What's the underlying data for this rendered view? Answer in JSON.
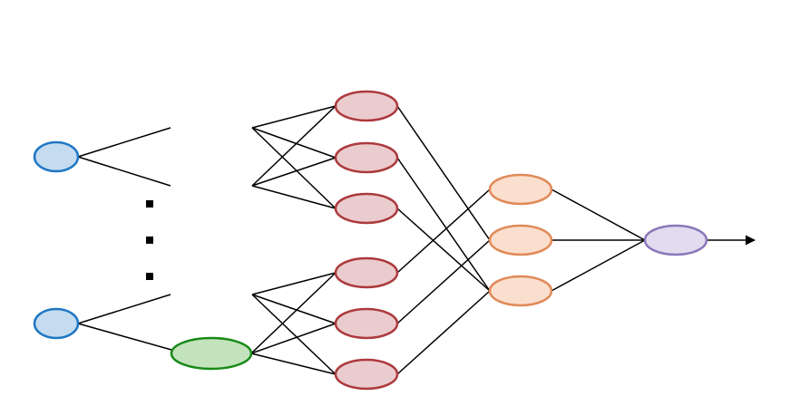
{
  "diagram": {
    "type": "neural-network",
    "edge_color": "#000000",
    "layers": [
      {
        "name": "input",
        "node_count": 2,
        "fill": "#c5dcf0",
        "stroke": "#1f77c4",
        "continuation": "vertical-dots"
      },
      {
        "name": "embedding",
        "node_count": 1,
        "fill": "#c3e3bd",
        "stroke": "#178a17"
      },
      {
        "name": "hidden-1",
        "node_count": 6,
        "fill": "#ebccce",
        "stroke": "#ac3a3d"
      },
      {
        "name": "hidden-2",
        "node_count": 3,
        "fill": "#fbdfce",
        "stroke": "#e08a58"
      },
      {
        "name": "output",
        "node_count": 1,
        "fill": "#e1dcef",
        "stroke": "#8a78b9"
      }
    ],
    "output_arrow": true
  }
}
